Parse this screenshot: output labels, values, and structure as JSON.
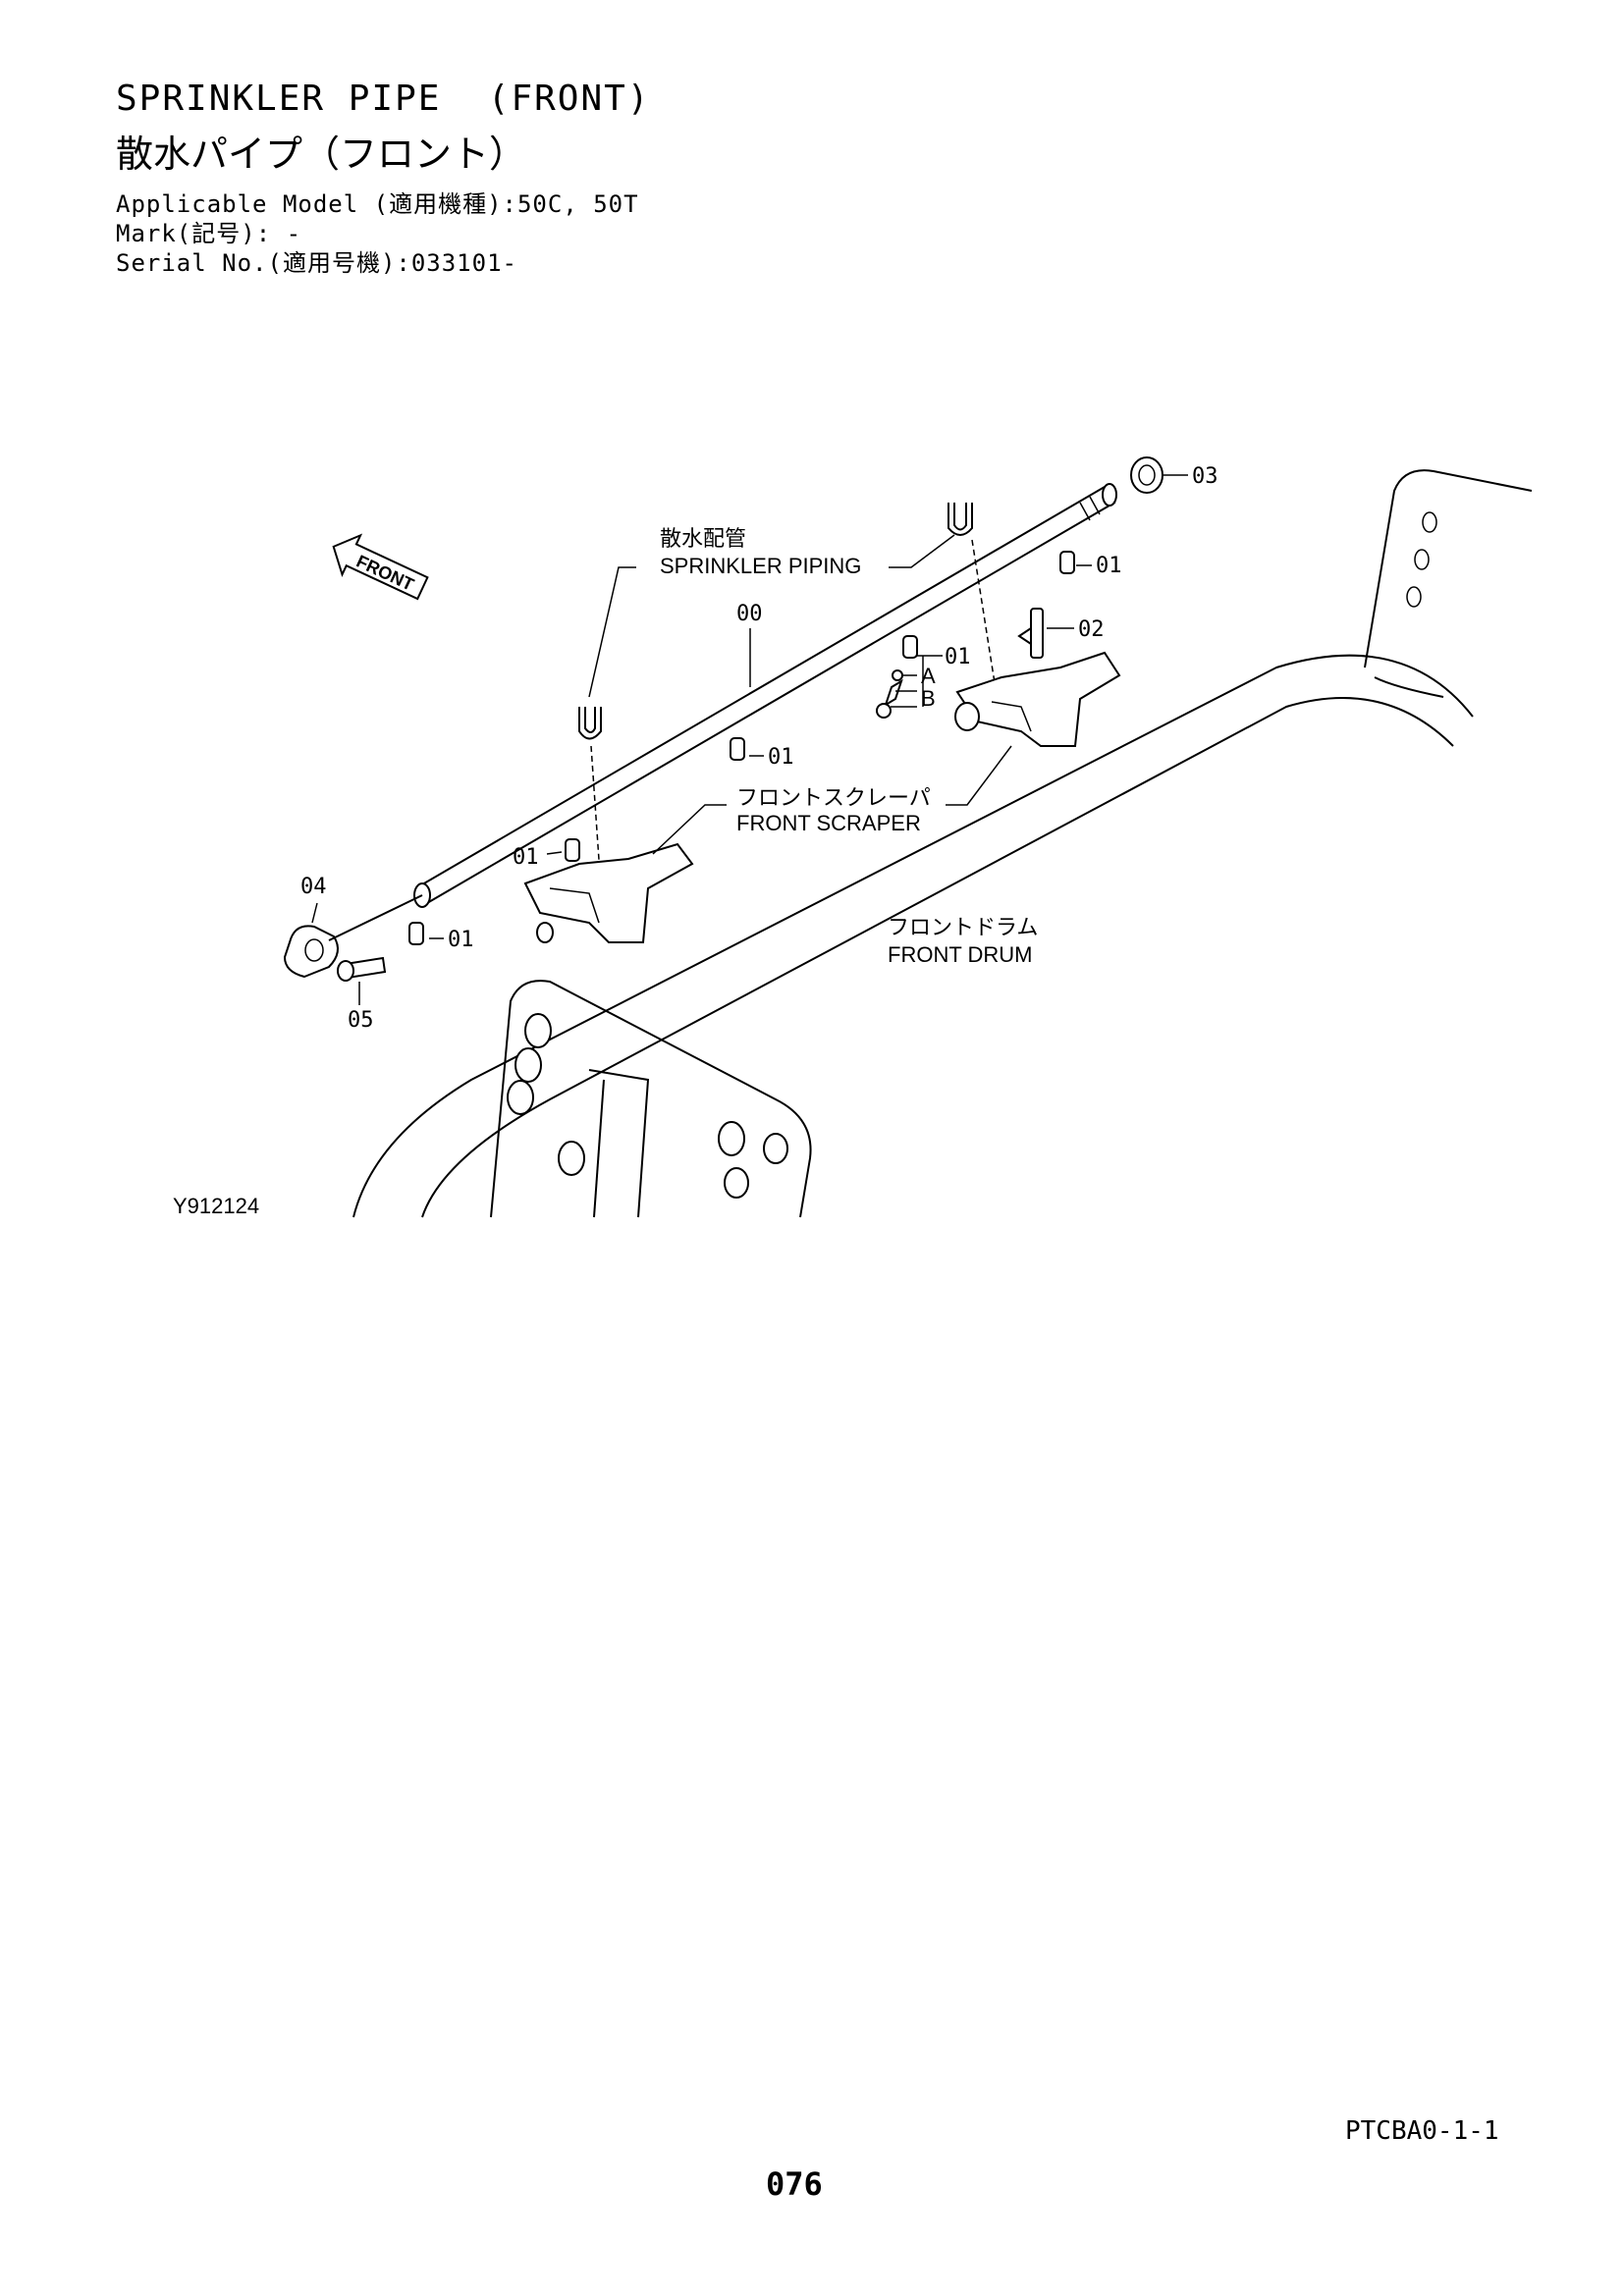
{
  "header": {
    "title_en": "SPRINKLER PIPE  (FRONT)",
    "title_jp": "散水パイプ（フロント）",
    "applicable_model": "Applicable Model (適用機種):50C, 50T",
    "mark": "Mark(記号): -",
    "serial_no": "Serial No.(適用号機):033101-"
  },
  "diagram": {
    "front_arrow": "FRONT",
    "labels": {
      "sprinkler_piping_jp": "散水配管",
      "sprinkler_piping_en": "SPRINKLER PIPING",
      "front_scraper_jp": "フロントスクレーパ",
      "front_scraper_en": "FRONT SCRAPER",
      "front_drum_jp": "フロントドラム",
      "front_drum_en": "FRONT DRUM"
    },
    "callouts": {
      "p00": "00",
      "p01a": "01",
      "p01b": "01",
      "p01c": "01",
      "p01d": "01",
      "p01e": "01",
      "p02": "02",
      "p03": "03",
      "p04": "04",
      "p05": "05",
      "pA": "A",
      "pB": "B"
    },
    "figure_id": "Y912124"
  },
  "footer": {
    "page_code": "PTCBA0-1-1",
    "page_number": "076"
  }
}
